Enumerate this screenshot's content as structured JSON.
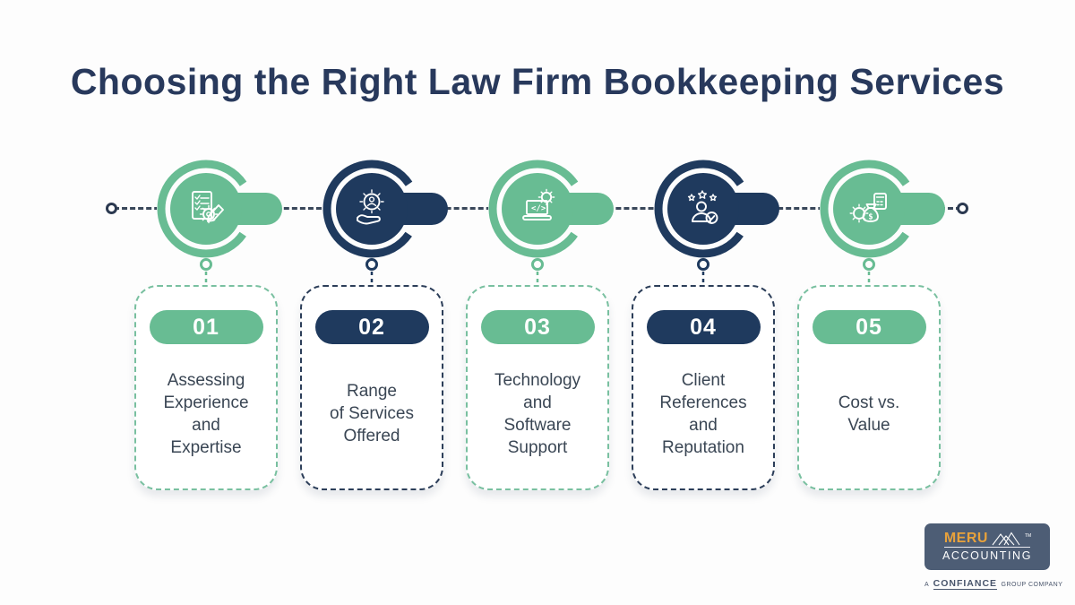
{
  "title": "Choosing the Right Law Firm Bookkeeping Services",
  "steps": [
    {
      "number": "01",
      "label": "Assessing\nExperience\nand\nExpertise",
      "color": "green",
      "icon": "checklist-gear-pencil-icon"
    },
    {
      "number": "02",
      "label": "Range\nof Services\nOffered",
      "color": "navy",
      "icon": "hand-holding-gear-icon"
    },
    {
      "number": "03",
      "label": "Technology\nand\nSoftware\nSupport",
      "color": "green",
      "icon": "laptop-code-gear-icon"
    },
    {
      "number": "04",
      "label": "Client\nReferences\nand\nReputation",
      "color": "navy",
      "icon": "person-stars-check-icon"
    },
    {
      "number": "05",
      "label": "Cost vs.\nValue",
      "color": "green",
      "icon": "gear-moneybag-calculator-icon"
    }
  ],
  "colors": {
    "green": "#68bc93",
    "navy": "#1f3a5e",
    "title_text": "#28395c",
    "card_text": "#3a4654",
    "timeline": "#39475a",
    "logo_background": "#4d5d75",
    "logo_accent_orange": "#e9a23b"
  },
  "logo": {
    "brand_line1": "MERU",
    "brand_line2": "ACCOUNTING",
    "trademark": "TM",
    "tagline_prefix": "A",
    "tagline_brand": "CONFIANCE",
    "tagline_suffix": "GROUP COMPANY"
  }
}
